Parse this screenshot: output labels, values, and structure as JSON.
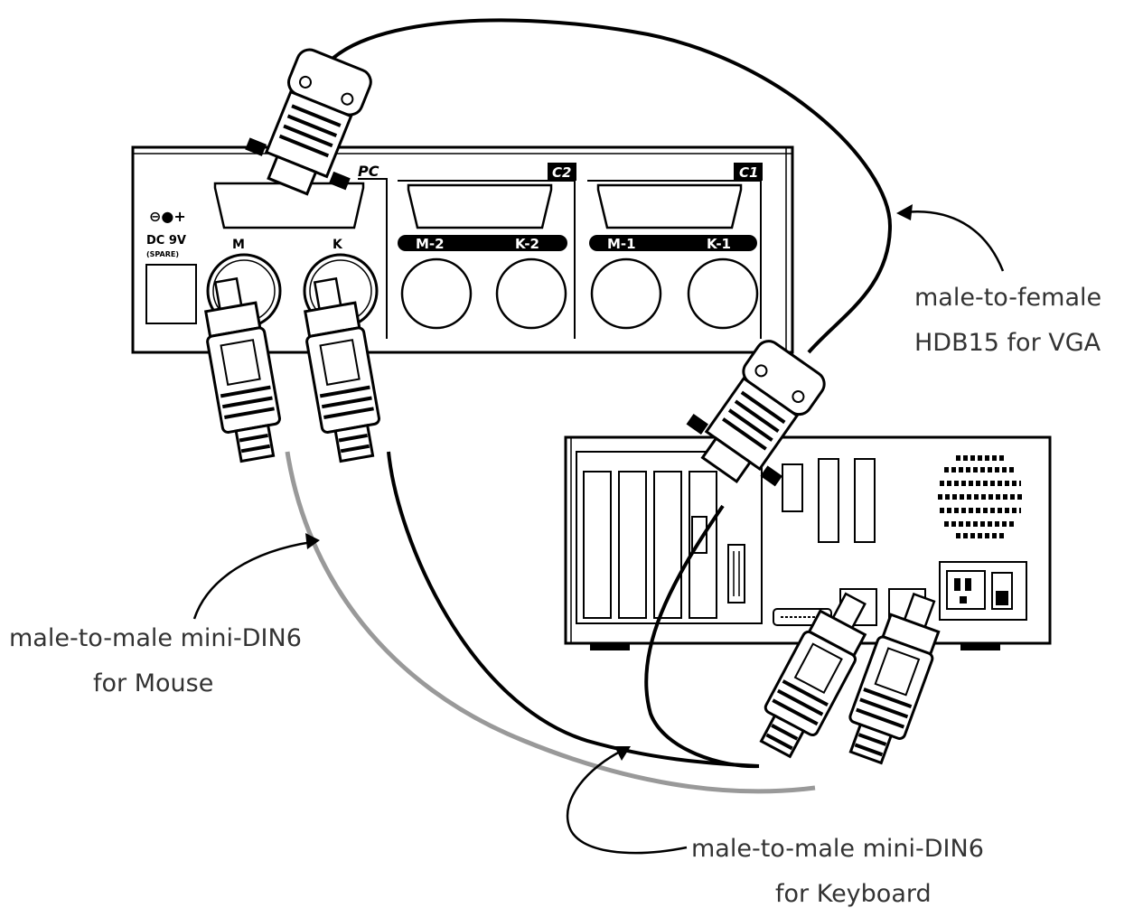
{
  "kvm": {
    "ports": {
      "pc": "PC",
      "c2": "C2",
      "c1": "C1",
      "m2": "M-2",
      "k2": "K-2",
      "m1": "M-1",
      "k1": "K-1",
      "m": "M",
      "k": "K"
    },
    "power": {
      "symbol": "⊖●+",
      "line1": "DC 9V",
      "line2": "(SPARE)"
    }
  },
  "labels": {
    "vga_line1": "male-to-female",
    "vga_line2": "HDB15 for VGA",
    "mouse_line1": "male-to-male mini-DIN6",
    "mouse_line2": "for Mouse",
    "keyboard_line1": "male-to-male mini-DIN6",
    "keyboard_line2": "for Keyboard"
  }
}
